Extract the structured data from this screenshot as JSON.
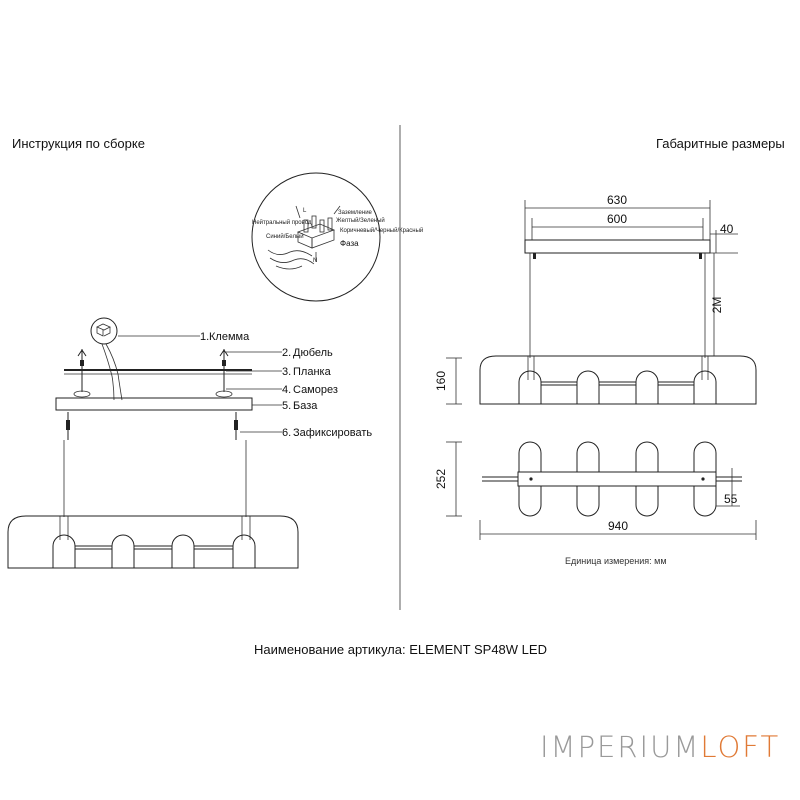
{
  "titles": {
    "assembly": "Инструкция по сборке",
    "dimensions": "Габаритные размеры"
  },
  "article": "Наименование артикула: ELEMENT SP48W LED",
  "unit_note": "Единица измерения: мм",
  "brand": {
    "part1": "IMPERIUM",
    "part2": "LOFT",
    "color1": "#9a9a9a",
    "color2": "#e07a36"
  },
  "wiring": {
    "neutral": "Нейтральный провод",
    "neutral_sub": "Синий/Белый",
    "ground": "Заземление",
    "ground_sub": "Желтый/Зеленый",
    "phase": "Фаза",
    "phase_sub": "Коричневый/Черный/Красный",
    "terminal_letters": [
      "L",
      "N"
    ]
  },
  "parts": [
    {
      "num": "1.",
      "label": "Клемма"
    },
    {
      "num": "2.",
      "label": "Дюбель"
    },
    {
      "num": "3.",
      "label": "Планка"
    },
    {
      "num": "4.",
      "label": "Саморез"
    },
    {
      "num": "5.",
      "label": "База"
    },
    {
      "num": "6.",
      "label": "Зафиксировать"
    }
  ],
  "dimensions": {
    "d630": "630",
    "d600": "600",
    "d40": "40",
    "d2m": "2M",
    "d160": "160",
    "d252": "252",
    "d55": "55",
    "d940": "940"
  }
}
